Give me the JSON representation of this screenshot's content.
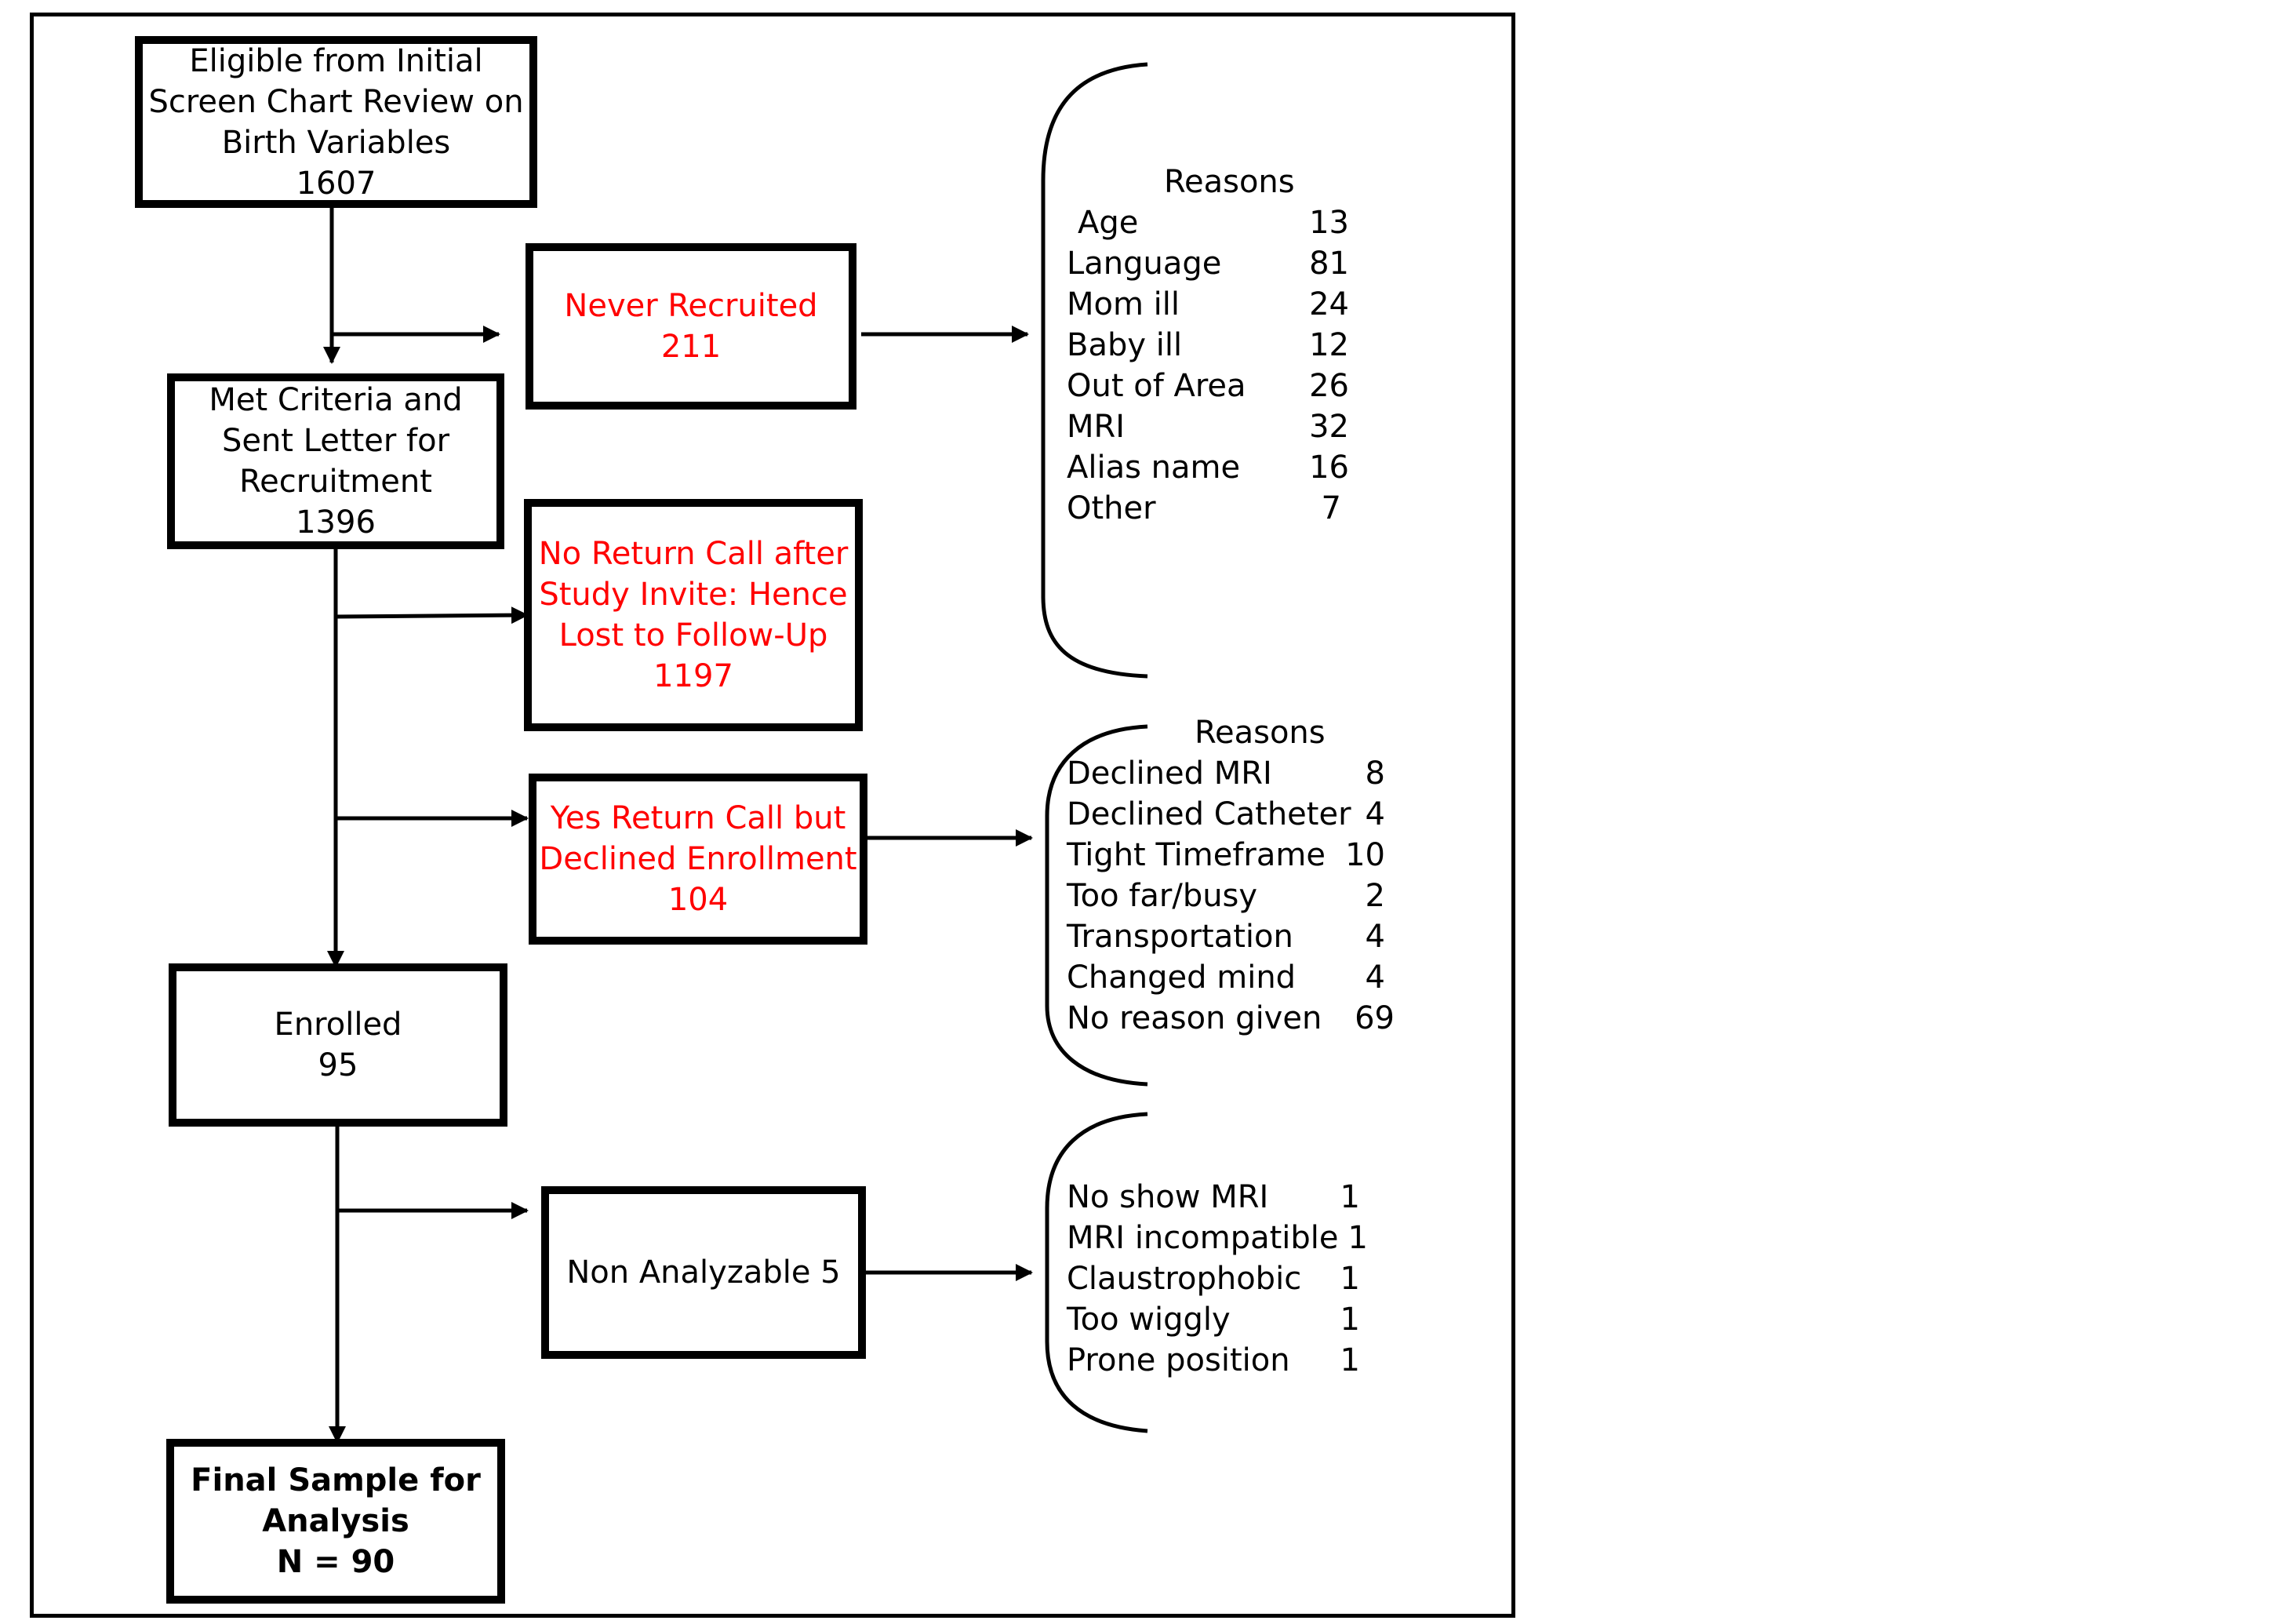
{
  "boxes": {
    "eligible": {
      "lines": [
        "Eligible from Initial",
        "Screen Chart Review on",
        "Birth Variables",
        "1607"
      ]
    },
    "met": {
      "lines": [
        "Met Criteria and",
        "Sent Letter for",
        "Recruitment",
        "1396"
      ]
    },
    "never": {
      "lines": [
        "Never Recruited",
        "211"
      ]
    },
    "noreturn": {
      "lines": [
        "No Return Call after",
        "Study Invite: Hence",
        "Lost to Follow-Up",
        "1197"
      ]
    },
    "declined": {
      "lines": [
        "Yes Return Call but",
        "Declined Enrollment",
        "104"
      ]
    },
    "enrolled": {
      "lines": [
        "Enrolled",
        "95"
      ]
    },
    "nonanalyzable": {
      "lines": [
        "Non Analyzable 5"
      ]
    },
    "final": {
      "lines": [
        "Final Sample for",
        "Analysis",
        "N = 90"
      ]
    }
  },
  "reasons1": {
    "title": "Reasons",
    "items": [
      {
        "label": "Age",
        "count": "13"
      },
      {
        "label": "Language",
        "count": "81"
      },
      {
        "label": "Mom ill",
        "count": "24"
      },
      {
        "label": "Baby ill",
        "count": "12"
      },
      {
        "label": "Out of Area",
        "count": "26"
      },
      {
        "label": "MRI",
        "count": "32"
      },
      {
        "label": "Alias name",
        "count": "16"
      },
      {
        "label": "Other",
        "count": "7"
      }
    ]
  },
  "reasons2": {
    "title": "Reasons",
    "items": [
      {
        "label": "Declined MRI",
        "count": "8"
      },
      {
        "label": "Declined Catheter",
        "count": "4"
      },
      {
        "label": "Tight Timeframe",
        "count": "10"
      },
      {
        "label": "Too far/busy",
        "count": "2"
      },
      {
        "label": "Transportation",
        "count": "4"
      },
      {
        "label": "Changed mind",
        "count": "4"
      },
      {
        "label": "No reason given",
        "count": "69"
      }
    ]
  },
  "reasons3": {
    "items": [
      {
        "label": "No show MRI",
        "count": "1"
      },
      {
        "label": "MRI incompatible",
        "count": "1"
      },
      {
        "label": "Claustrophobic",
        "count": "1"
      },
      {
        "label": "Too wiggly",
        "count": "1"
      },
      {
        "label": "Prone position",
        "count": "1"
      }
    ]
  },
  "colors": {
    "exclusion_text": "#ff0000",
    "line": "#000000"
  }
}
